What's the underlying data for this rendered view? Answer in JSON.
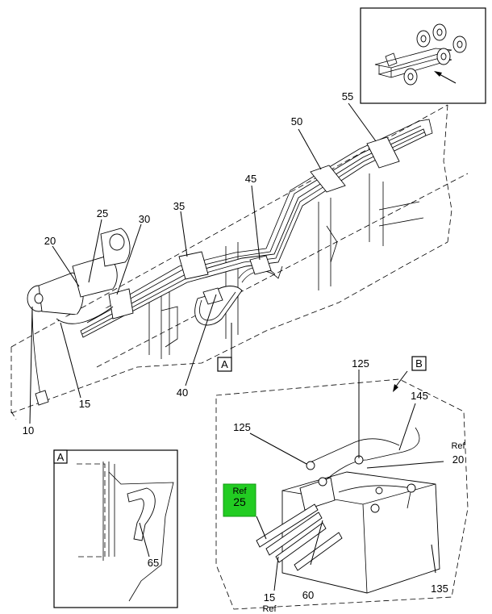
{
  "callouts": {
    "c10": "10",
    "c15": "15",
    "c20": "20",
    "c25": "25",
    "c30": "30",
    "c35": "35",
    "c40": "40",
    "c45": "45",
    "c50": "50",
    "c55": "55",
    "c60": "60",
    "c65": "65",
    "c125a": "125",
    "c125b": "125",
    "c135": "135",
    "c145": "145",
    "c20ref_num": "20",
    "c20ref_label": "Ref",
    "c15ref_num": "15",
    "c15ref_label": "Ref"
  },
  "view_markers": {
    "a_main": "A",
    "b_main": "B",
    "a_inset": "A"
  },
  "highlight": {
    "label": "Ref",
    "number": "25",
    "color": "#22cc22"
  }
}
